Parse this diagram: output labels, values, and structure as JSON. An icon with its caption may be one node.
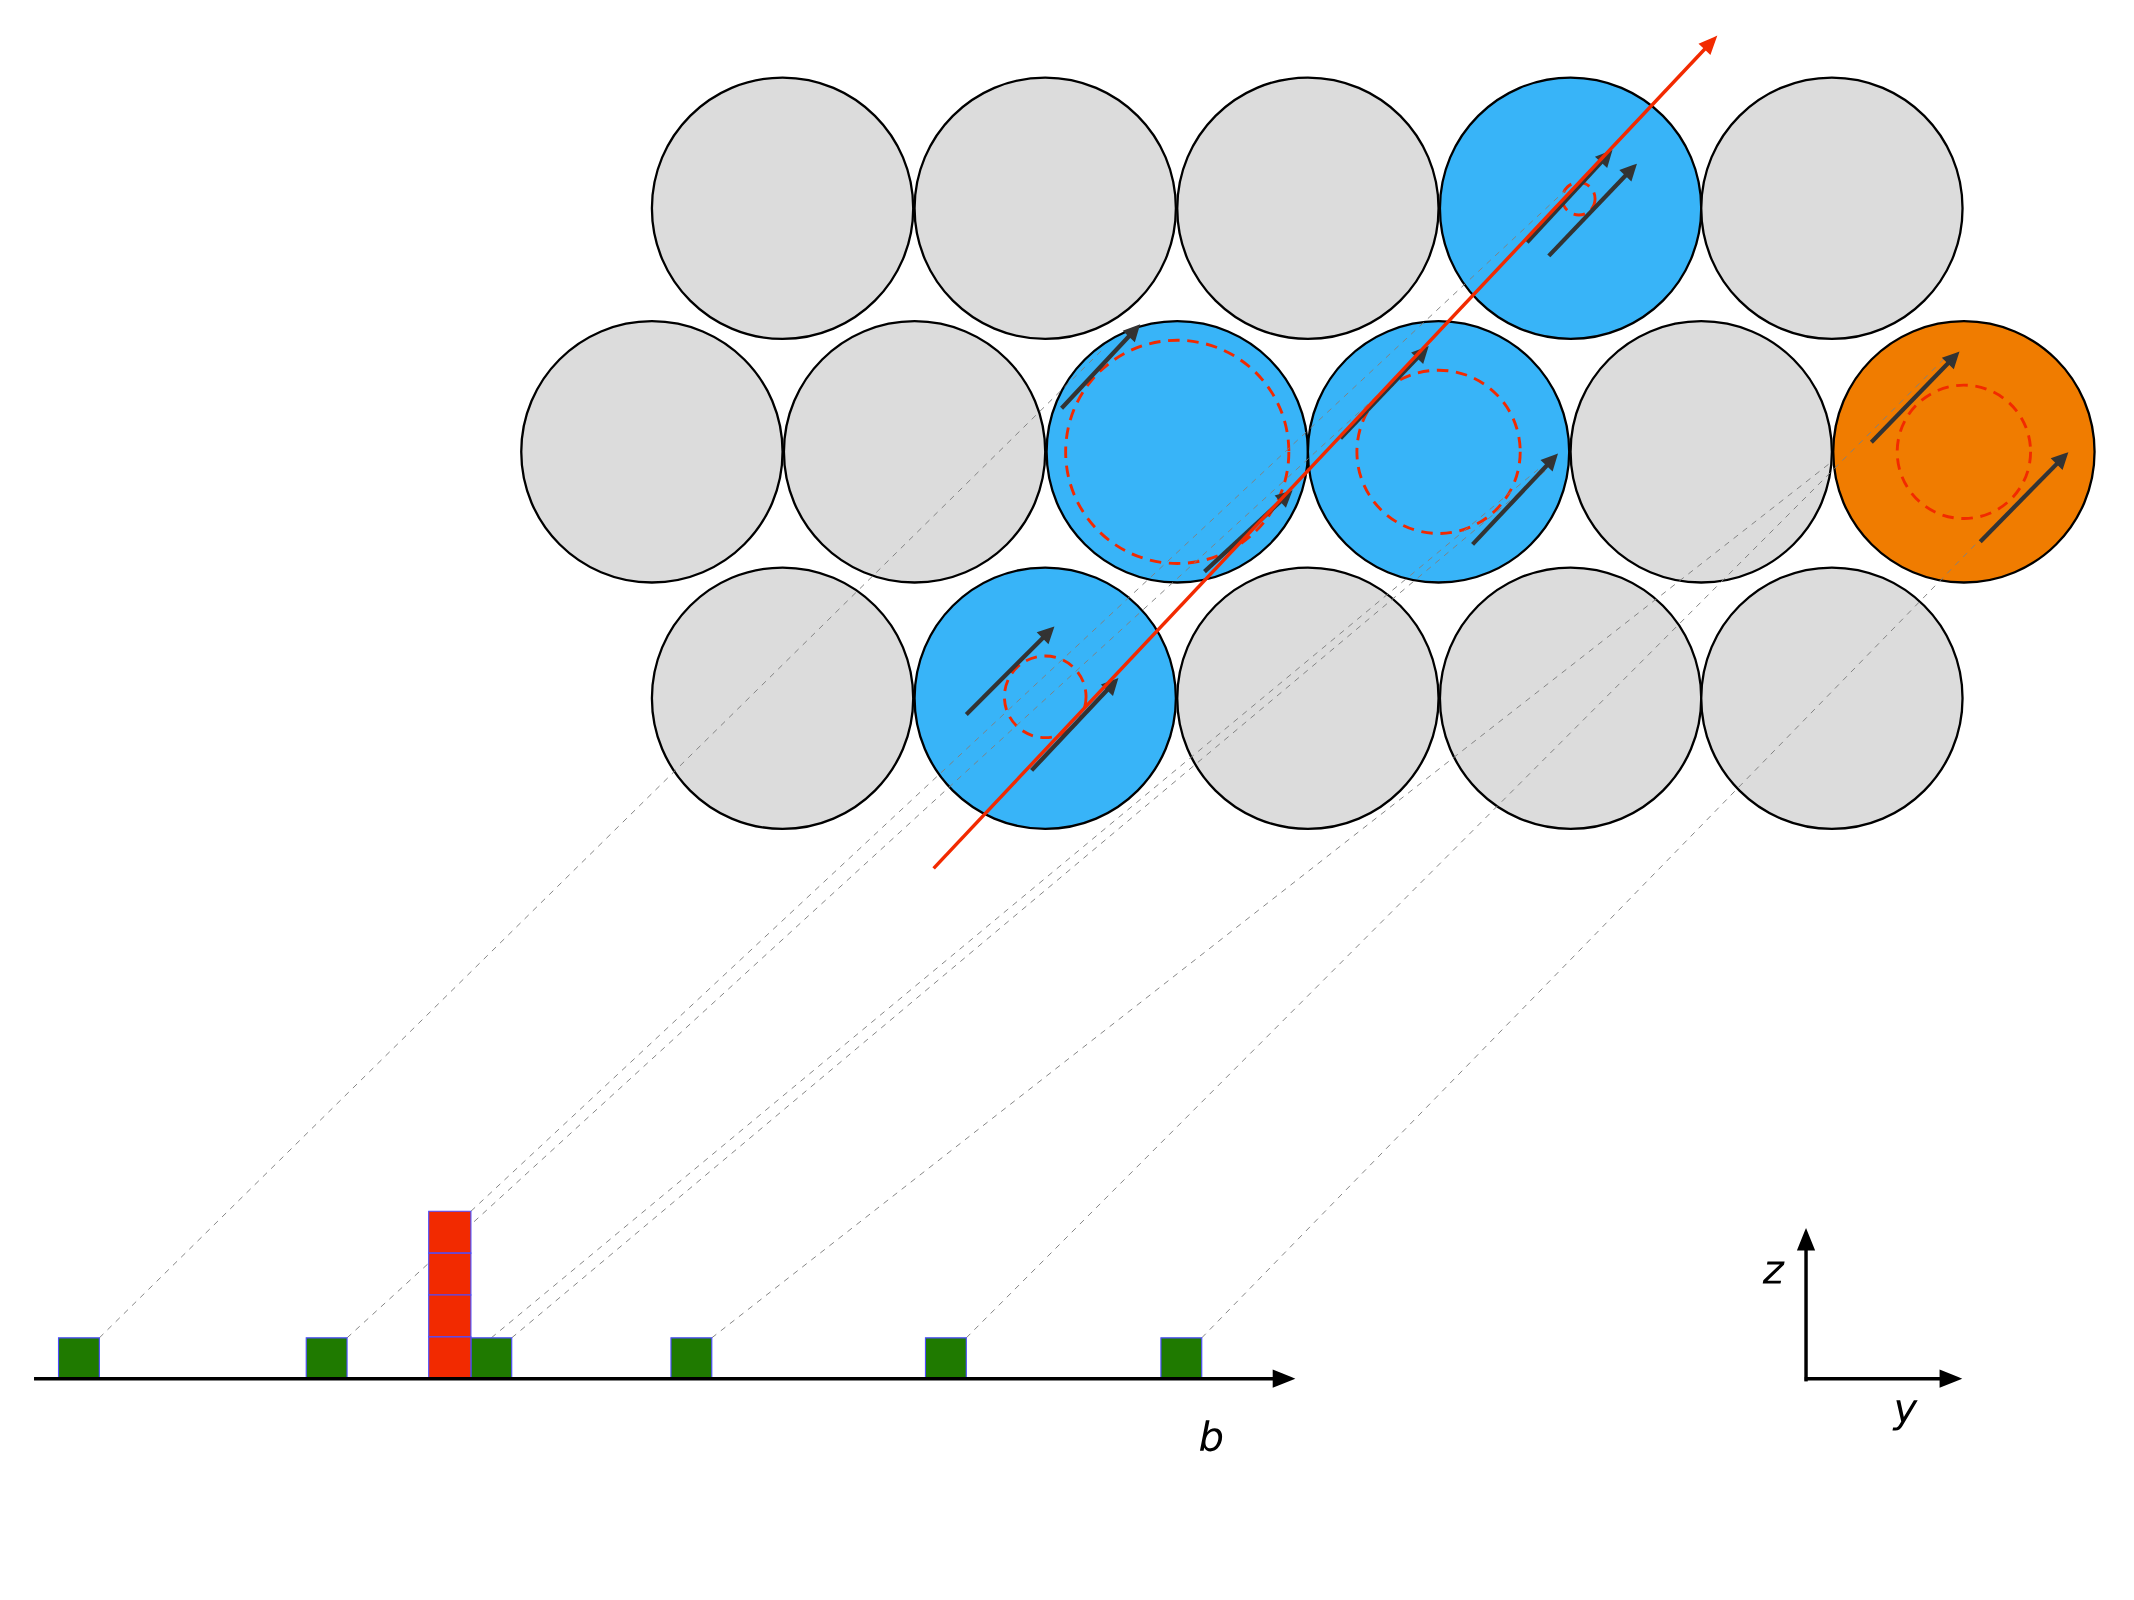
{
  "diagram": {
    "labels": [
      "z",
      "y",
      "b"
    ]
  }
}
